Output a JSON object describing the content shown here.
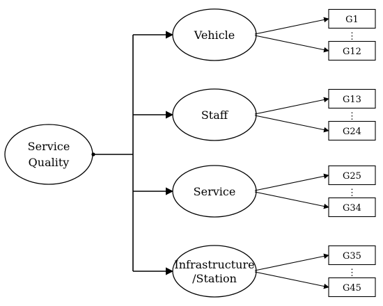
{
  "root": {
    "lines": [
      "Service",
      "Quality"
    ]
  },
  "categories": [
    {
      "lines": [
        "Vehicle"
      ],
      "first": "G1",
      "ellipsis": "⋮",
      "last": "G12"
    },
    {
      "lines": [
        "Staff"
      ],
      "first": "G13",
      "ellipsis": "⋮",
      "last": "G24"
    },
    {
      "lines": [
        "Service"
      ],
      "first": "G25",
      "ellipsis": "⋮",
      "last": "G34"
    },
    {
      "lines": [
        "Infrastructure",
        "/Station"
      ],
      "first": "G35",
      "ellipsis": "⋮",
      "last": "G45"
    }
  ]
}
